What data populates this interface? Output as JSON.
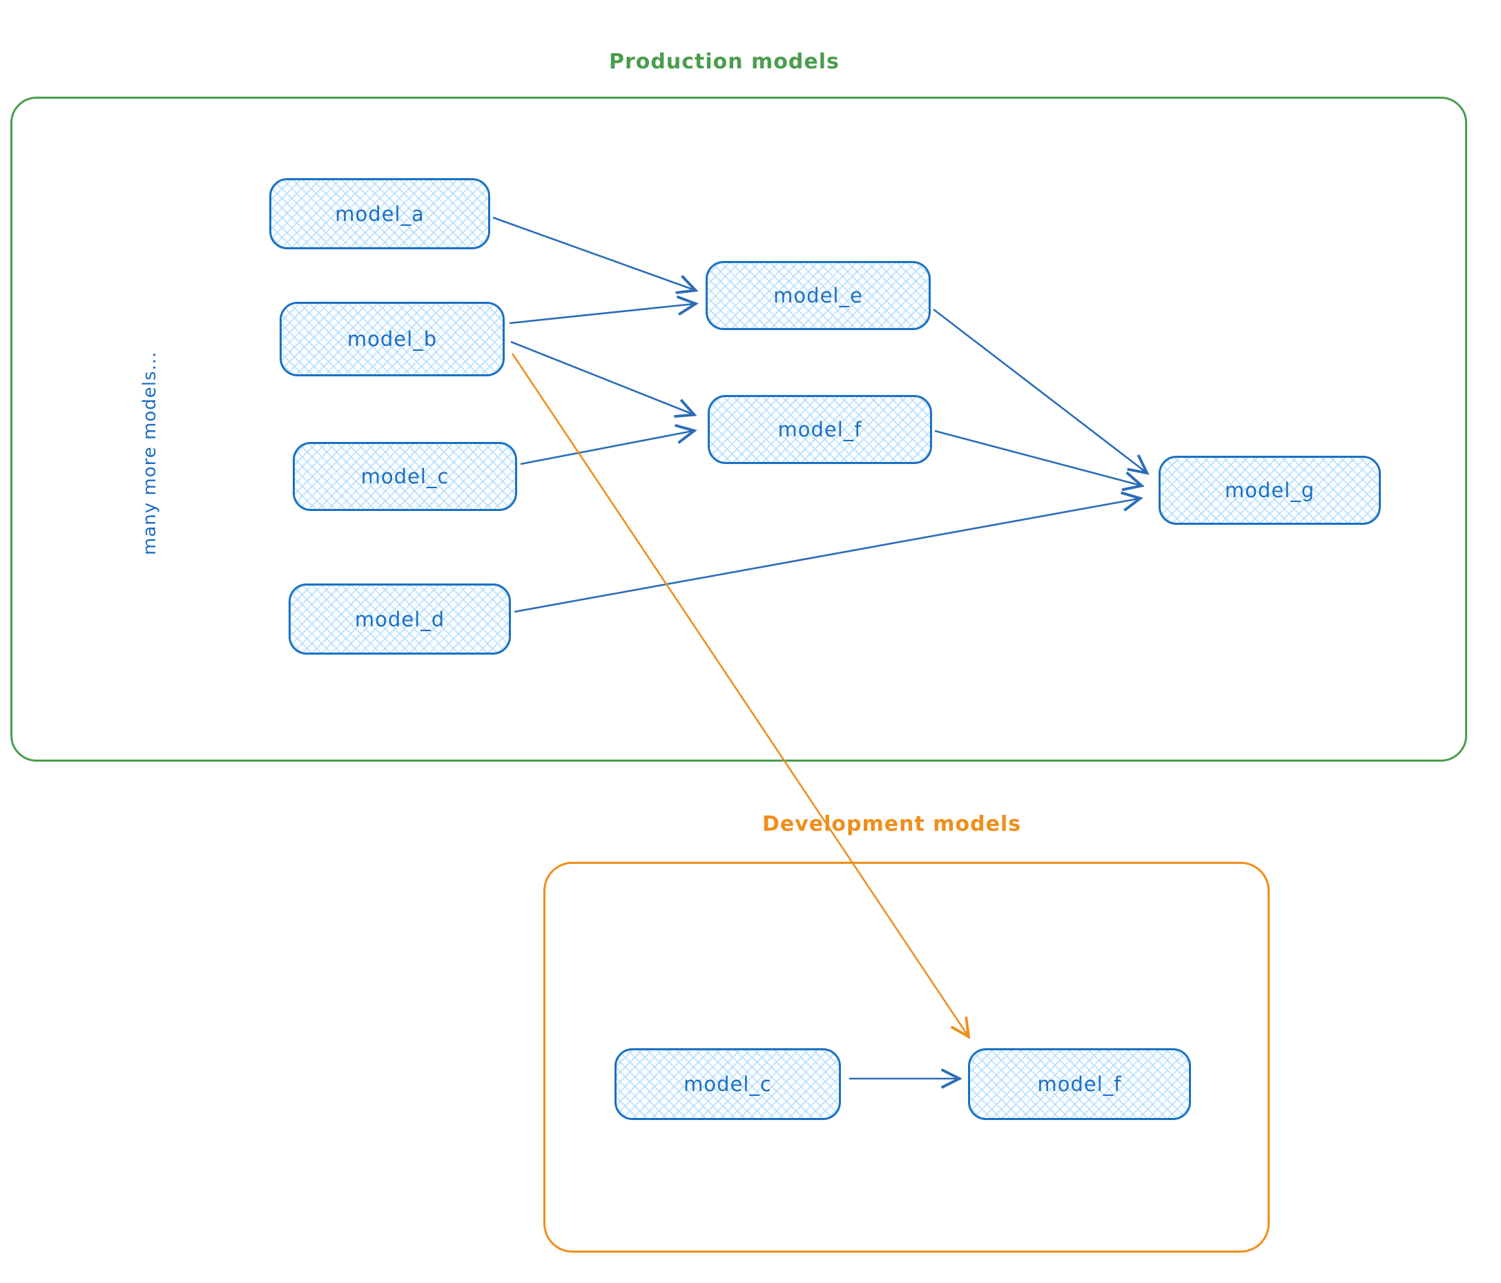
{
  "colors": {
    "node_stroke_blue": "#1971c2",
    "node_fill_blue": "#a5d8ff",
    "edge_blue": "#2b6cb8",
    "container_green": "#4a9d4d",
    "container_orange": "#ef8e1b"
  },
  "production": {
    "title": "Production models",
    "side_note": "many more models...",
    "nodes": {
      "model_a": {
        "label": "model_a"
      },
      "model_b": {
        "label": "model_b"
      },
      "model_c": {
        "label": "model_c"
      },
      "model_d": {
        "label": "model_d"
      },
      "model_e": {
        "label": "model_e"
      },
      "model_f": {
        "label": "model_f"
      },
      "model_g": {
        "label": "model_g"
      }
    }
  },
  "development": {
    "title": "Development models",
    "nodes": {
      "model_c": {
        "label": "model_c"
      },
      "model_f": {
        "label": "model_f"
      }
    }
  },
  "edges": [
    {
      "from": "production.model_a",
      "to": "production.model_e",
      "color": "blue"
    },
    {
      "from": "production.model_b",
      "to": "production.model_e",
      "color": "blue"
    },
    {
      "from": "production.model_b",
      "to": "production.model_f",
      "color": "blue"
    },
    {
      "from": "production.model_c",
      "to": "production.model_f",
      "color": "blue"
    },
    {
      "from": "production.model_e",
      "to": "production.model_g",
      "color": "blue"
    },
    {
      "from": "production.model_f",
      "to": "production.model_g",
      "color": "blue"
    },
    {
      "from": "production.model_d",
      "to": "production.model_g",
      "color": "blue"
    },
    {
      "from": "development.model_c",
      "to": "development.model_f",
      "color": "blue"
    },
    {
      "from": "production.model_b",
      "to": "development.model_f",
      "color": "orange"
    }
  ]
}
